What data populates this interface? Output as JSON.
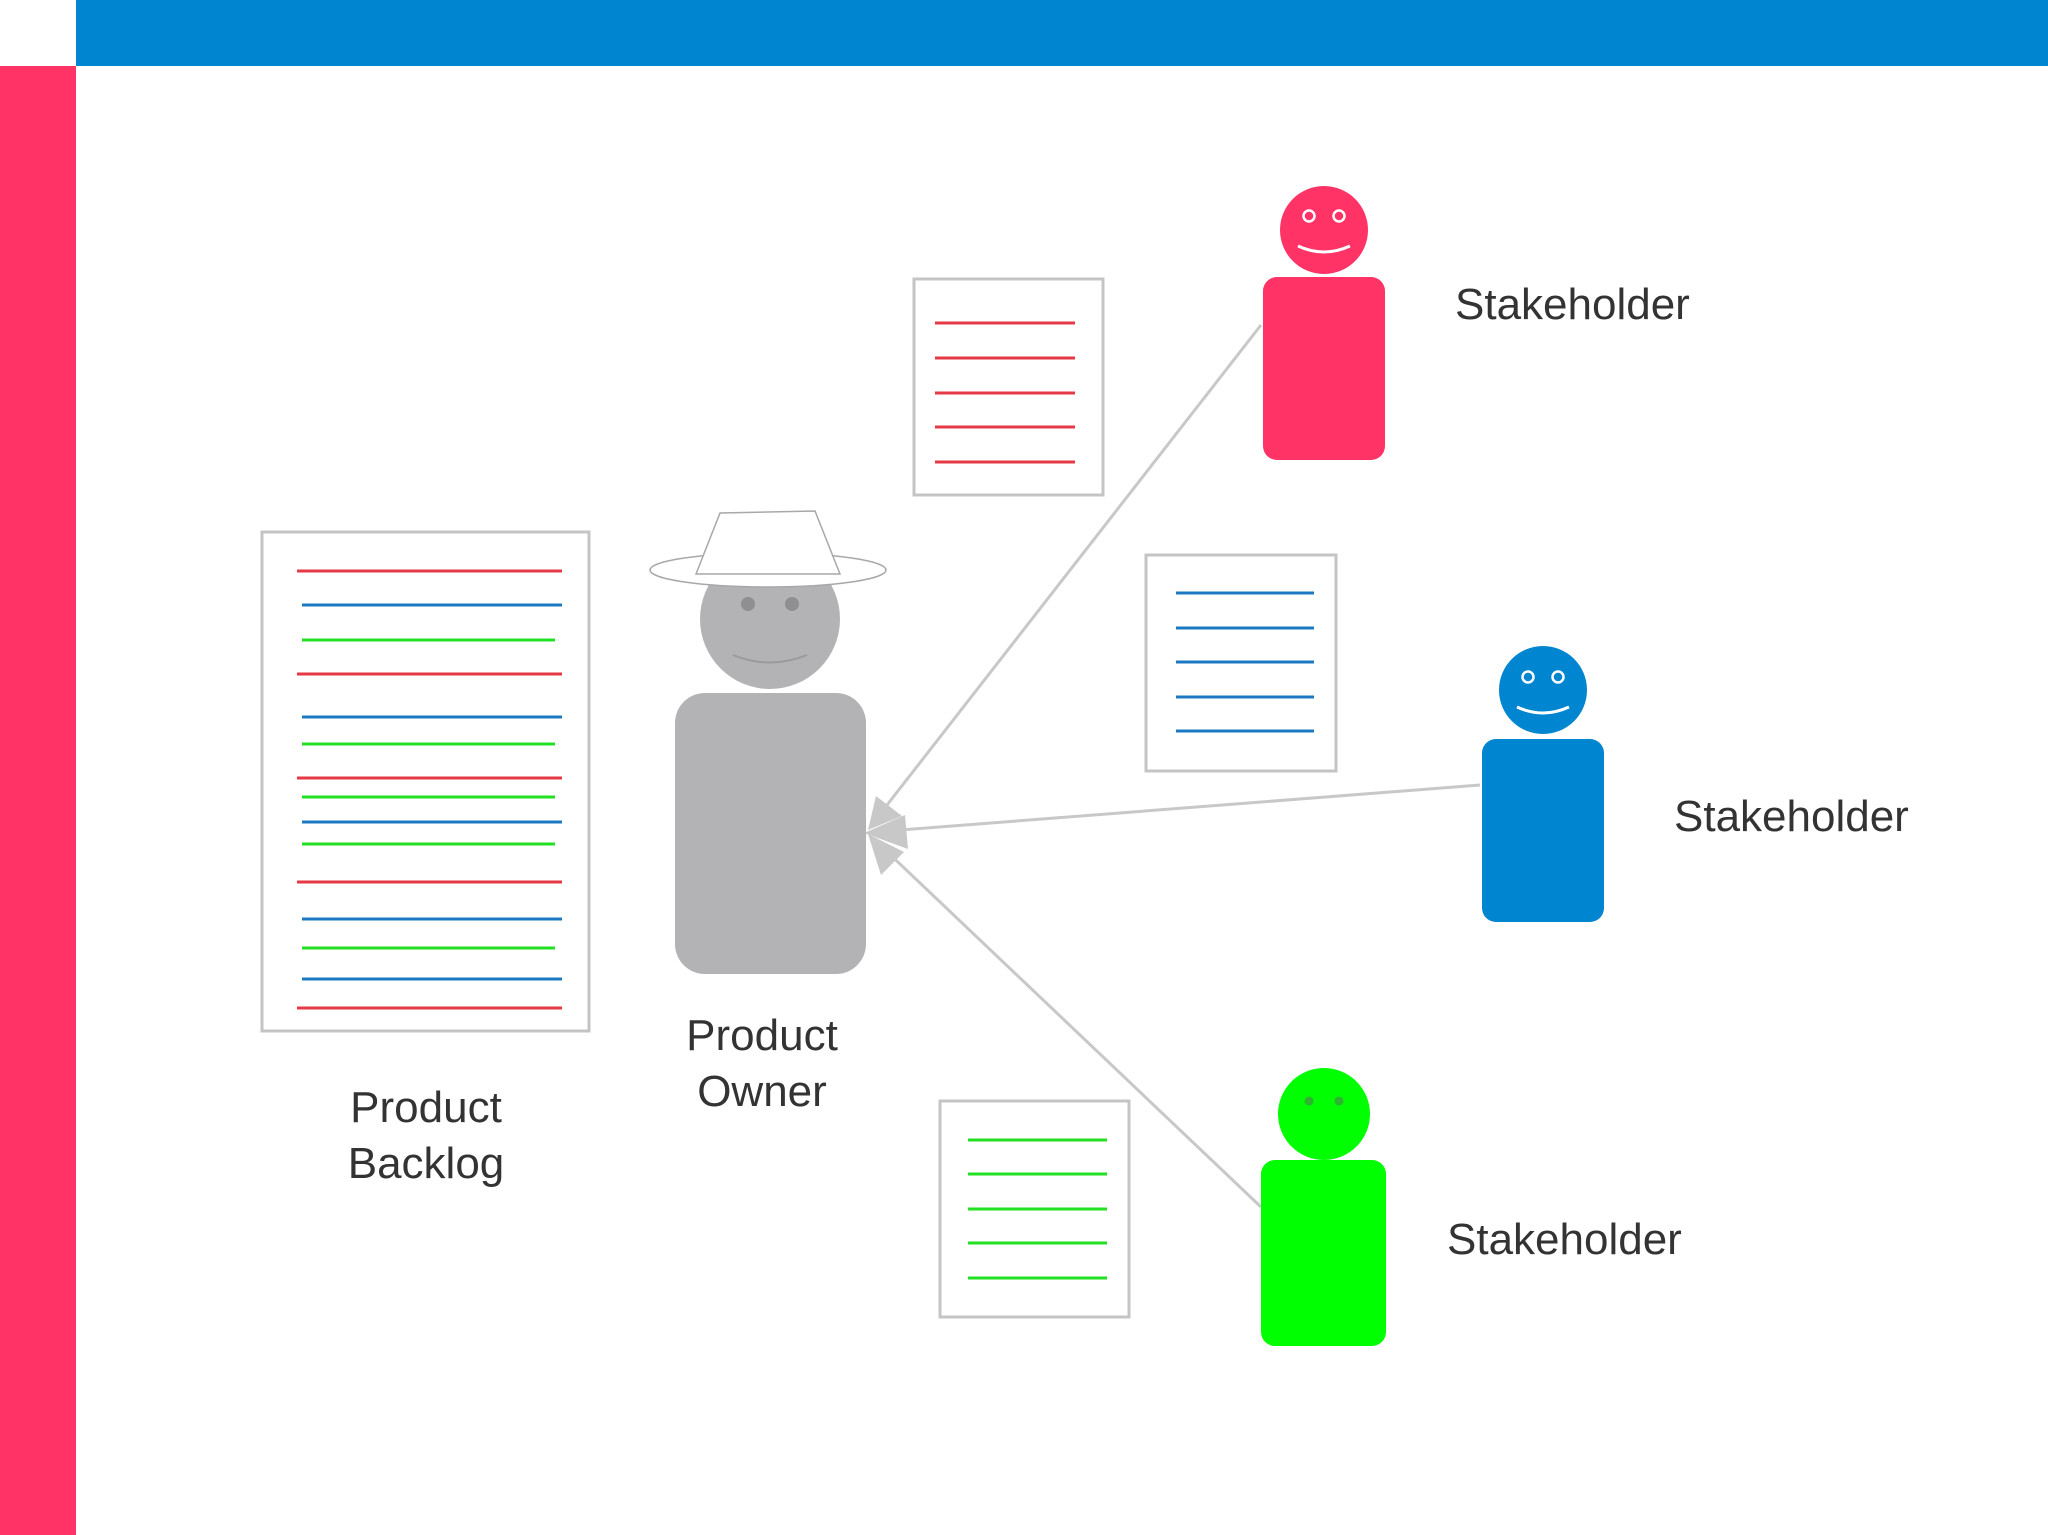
{
  "colors": {
    "top_bar": "#0085d1",
    "left_bar": "#ff3366",
    "red": "#ff3366",
    "blue": "#0085d1",
    "green": "#00ff00",
    "owner_gray": "#b3b3b5",
    "line_gray": "#c8c8c8",
    "doc_border": "#c4c4c4",
    "doc_red_line": "#e53a45",
    "doc_blue_line": "#1b78c3",
    "doc_green_line": "#22e022",
    "text": "#333333"
  },
  "labels": {
    "backlog": [
      "Product",
      "Backlog"
    ],
    "owner": [
      "Product",
      "Owner"
    ],
    "stakeholder_red": "Stakeholder",
    "stakeholder_blue": "Stakeholder",
    "stakeholder_green": "Stakeholder"
  },
  "icons": {
    "owner": "person-with-hat-icon",
    "stakeholder_red": "smiling-person-icon",
    "stakeholder_blue": "smiling-person-icon",
    "stakeholder_green": "neutral-person-icon",
    "backlog": "document-list-icon",
    "request_docs": "document-icon",
    "arrows": "arrow-icon"
  }
}
